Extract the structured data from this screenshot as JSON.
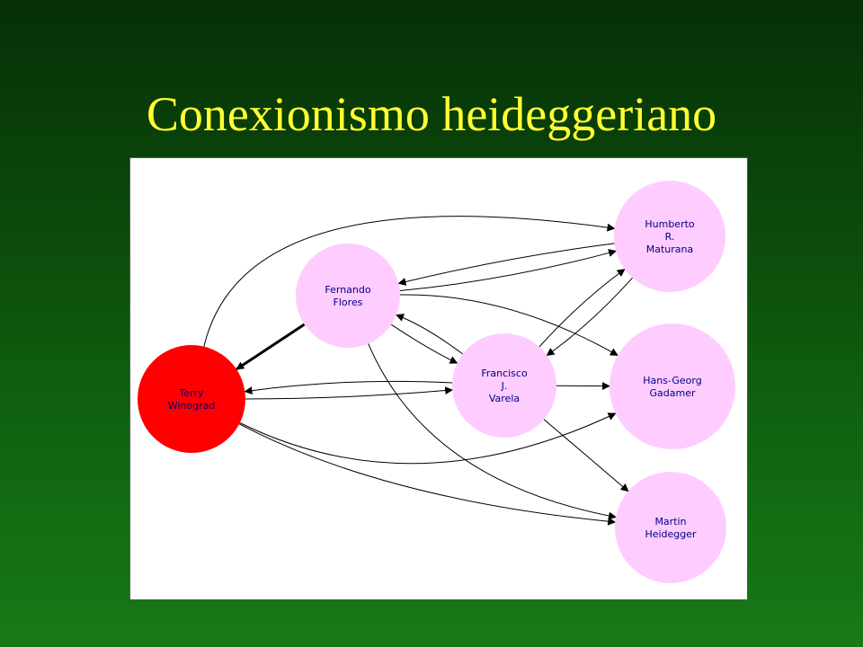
{
  "slide": {
    "title": "Conexionismo heideggeriano"
  },
  "colors": {
    "title": "#ffff33",
    "node_default": "#ffccff",
    "node_highlight": "#ff0000",
    "node_text": "#000080",
    "edge": "#000000"
  },
  "diagram": {
    "nodes": [
      {
        "id": "terry",
        "lines": [
          "Terry",
          "Winograd"
        ],
        "highlight": true
      },
      {
        "id": "fernando",
        "lines": [
          "Fernando",
          "Flores"
        ],
        "highlight": false
      },
      {
        "id": "francisco",
        "lines": [
          "Francisco",
          "J.",
          "Varela"
        ],
        "highlight": false
      },
      {
        "id": "humberto",
        "lines": [
          "Humberto",
          "R.",
          "Maturana"
        ],
        "highlight": false
      },
      {
        "id": "hans",
        "lines": [
          "Hans-Georg",
          "Gadamer"
        ],
        "highlight": false
      },
      {
        "id": "martin",
        "lines": [
          "Martin",
          "Heidegger"
        ],
        "highlight": false
      }
    ],
    "edges": [
      {
        "from": "terry",
        "to": "humberto"
      },
      {
        "from": "fernando",
        "to": "terry",
        "bold": true
      },
      {
        "from": "terry",
        "to": "francisco"
      },
      {
        "from": "francisco",
        "to": "terry"
      },
      {
        "from": "terry",
        "to": "hans"
      },
      {
        "from": "terry",
        "to": "martin"
      },
      {
        "from": "fernando",
        "to": "humberto"
      },
      {
        "from": "humberto",
        "to": "fernando"
      },
      {
        "from": "fernando",
        "to": "francisco"
      },
      {
        "from": "francisco",
        "to": "fernando"
      },
      {
        "from": "fernando",
        "to": "hans"
      },
      {
        "from": "fernando",
        "to": "martin"
      },
      {
        "from": "francisco",
        "to": "humberto"
      },
      {
        "from": "humberto",
        "to": "francisco"
      },
      {
        "from": "francisco",
        "to": "hans"
      },
      {
        "from": "francisco",
        "to": "martin"
      }
    ]
  }
}
